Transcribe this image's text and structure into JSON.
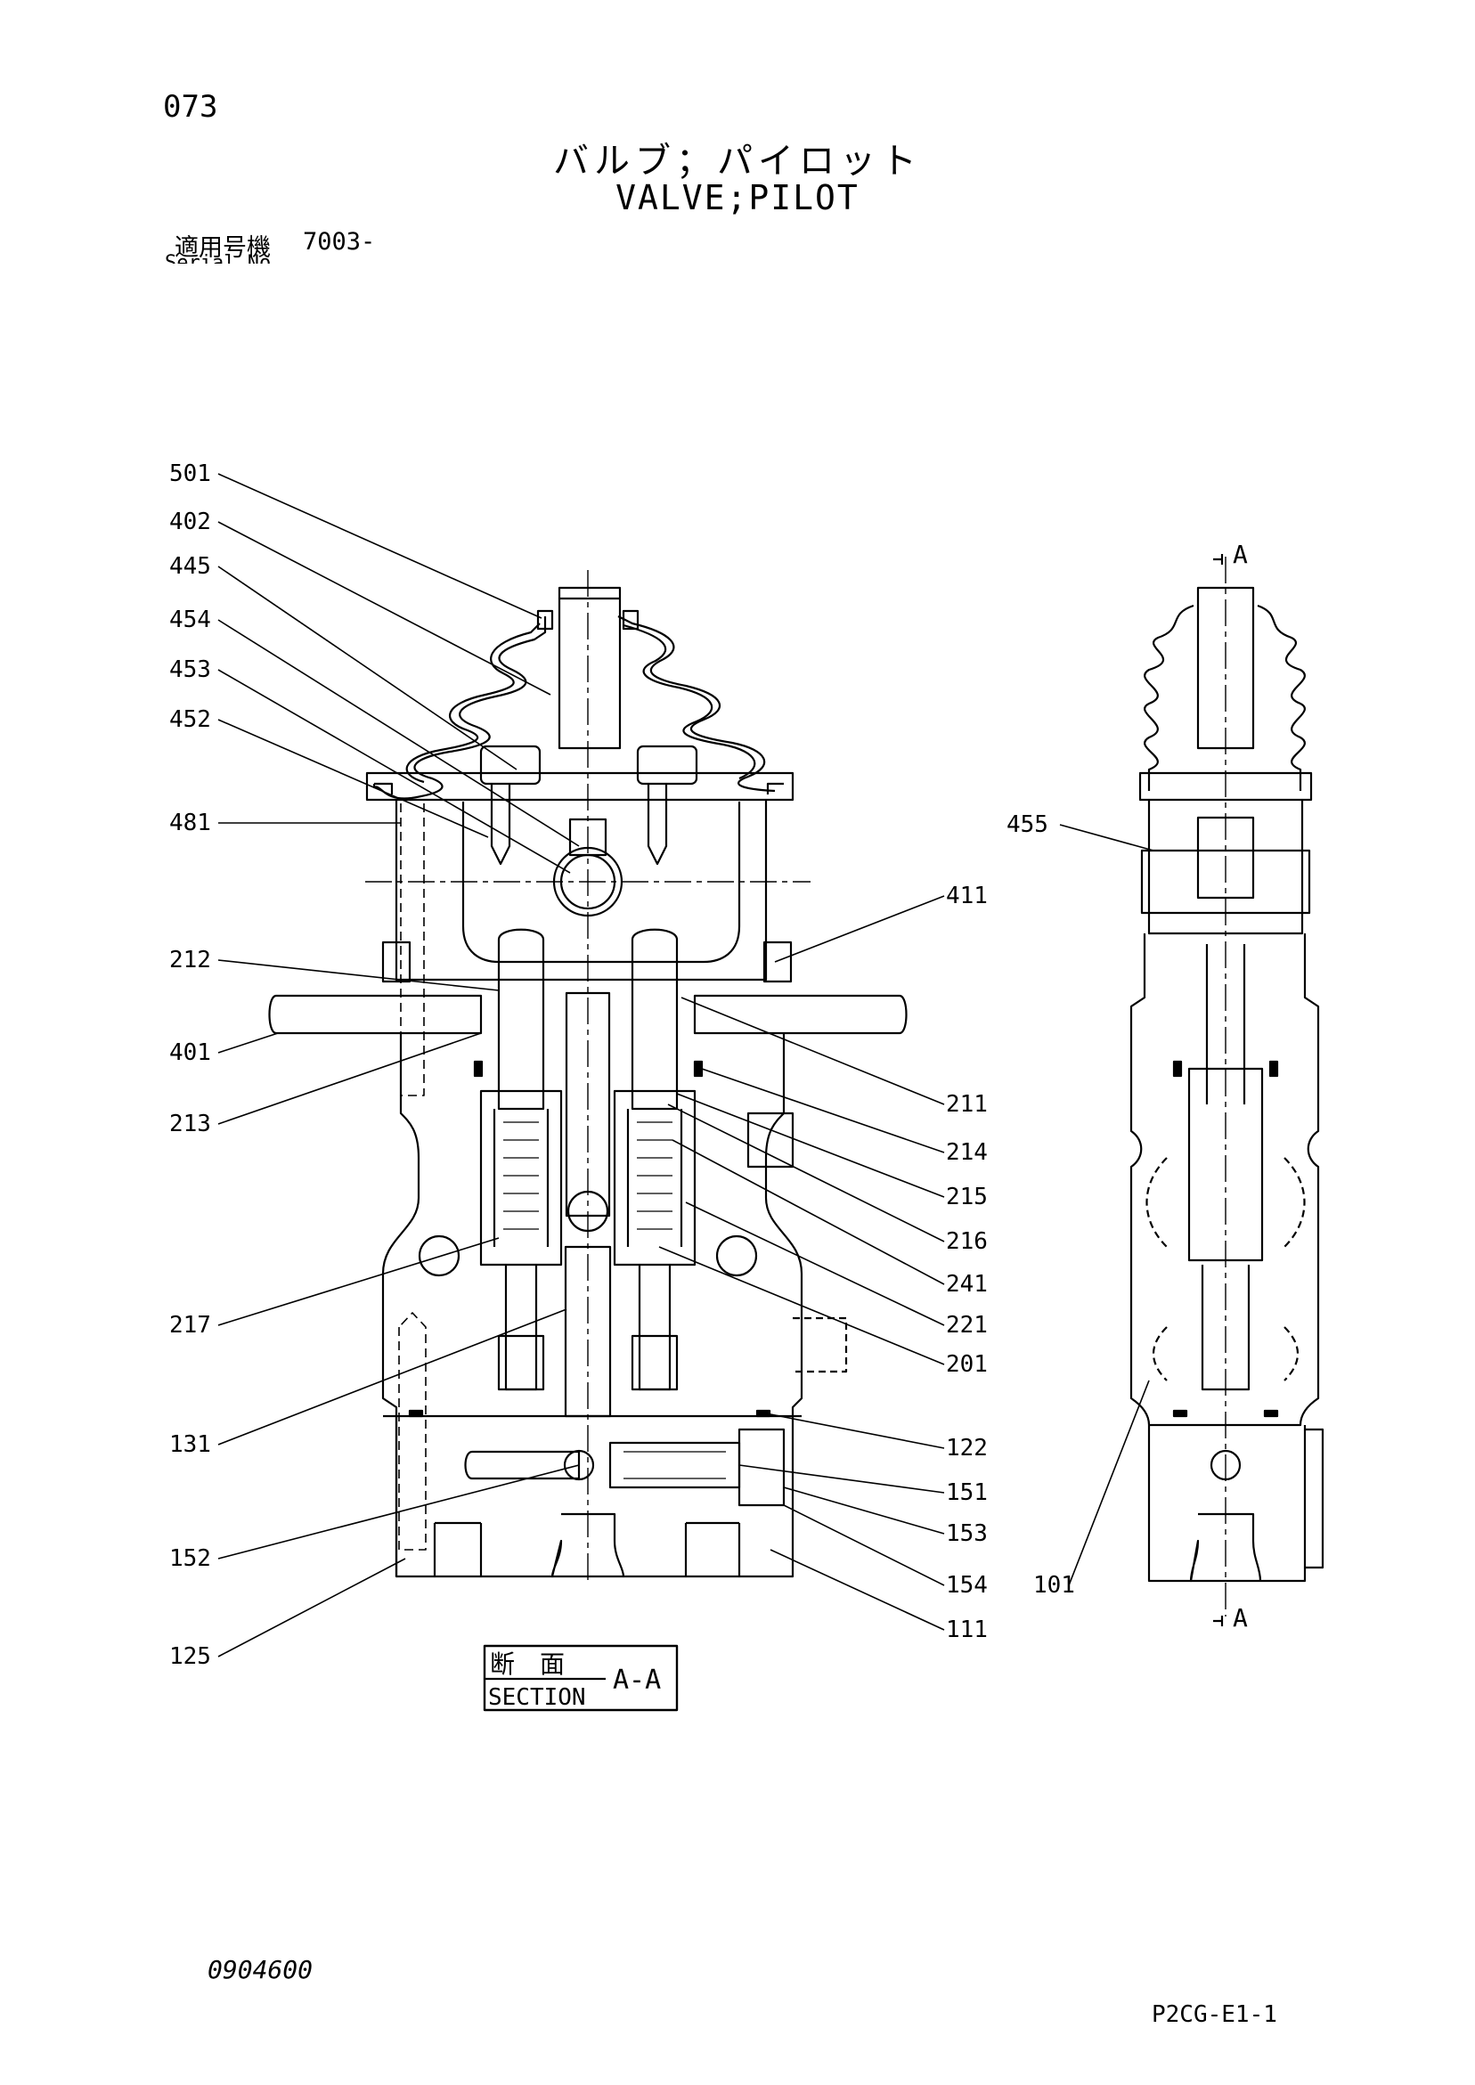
{
  "header": {
    "page_number": "073",
    "title_ja": "バルブ；パイロット",
    "title_en": "VALVE;PILOT",
    "serial_label": "適用号機",
    "serial_value": "7003-",
    "serial_label_en": "Serial No."
  },
  "callouts_left": [
    "501",
    "402",
    "445",
    "454",
    "453",
    "452",
    "481",
    "212",
    "401",
    "213",
    "217",
    "131",
    "152",
    "125"
  ],
  "callouts_right": [
    "411",
    "211",
    "214",
    "215",
    "216",
    "241",
    "221",
    "201",
    "122",
    "151",
    "153",
    "154",
    "111"
  ],
  "callouts_side": [
    "455",
    "101"
  ],
  "section": {
    "mark": "A",
    "box_ja": "断　面",
    "box_en": "SECTION",
    "box_label": "A-A"
  },
  "footer": {
    "document_number": "0904600",
    "sheet_code": "P2CG-E1-1"
  }
}
